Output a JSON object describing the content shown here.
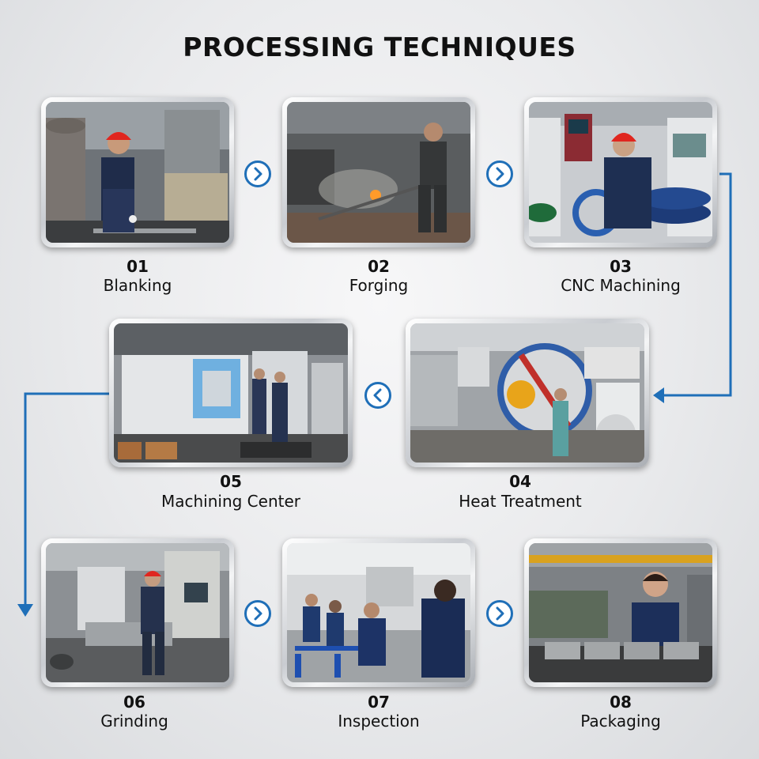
{
  "title": "PROCESSING TECHNIQUES",
  "accent_color": "#1f6fb8",
  "steps": [
    {
      "number": "01",
      "label": "Blanking",
      "photo": "worker-at-saw-photo"
    },
    {
      "number": "02",
      "label": "Forging",
      "photo": "forging-worker-photo"
    },
    {
      "number": "03",
      "label": "CNC Machining",
      "photo": "cnc-operator-photo"
    },
    {
      "number": "04",
      "label": "Heat Treatment",
      "photo": "heat-treatment-furnace-photo"
    },
    {
      "number": "05",
      "label": "Machining Center",
      "photo": "machining-center-photo"
    },
    {
      "number": "06",
      "label": "Grinding",
      "photo": "grinding-machine-photo"
    },
    {
      "number": "07",
      "label": "Inspection",
      "photo": "inspection-workers-photo"
    },
    {
      "number": "08",
      "label": "Packaging",
      "photo": "packaging-worker-photo"
    }
  ],
  "icons": {
    "next": "chevron-right-circle-icon",
    "prev": "chevron-left-circle-icon"
  }
}
